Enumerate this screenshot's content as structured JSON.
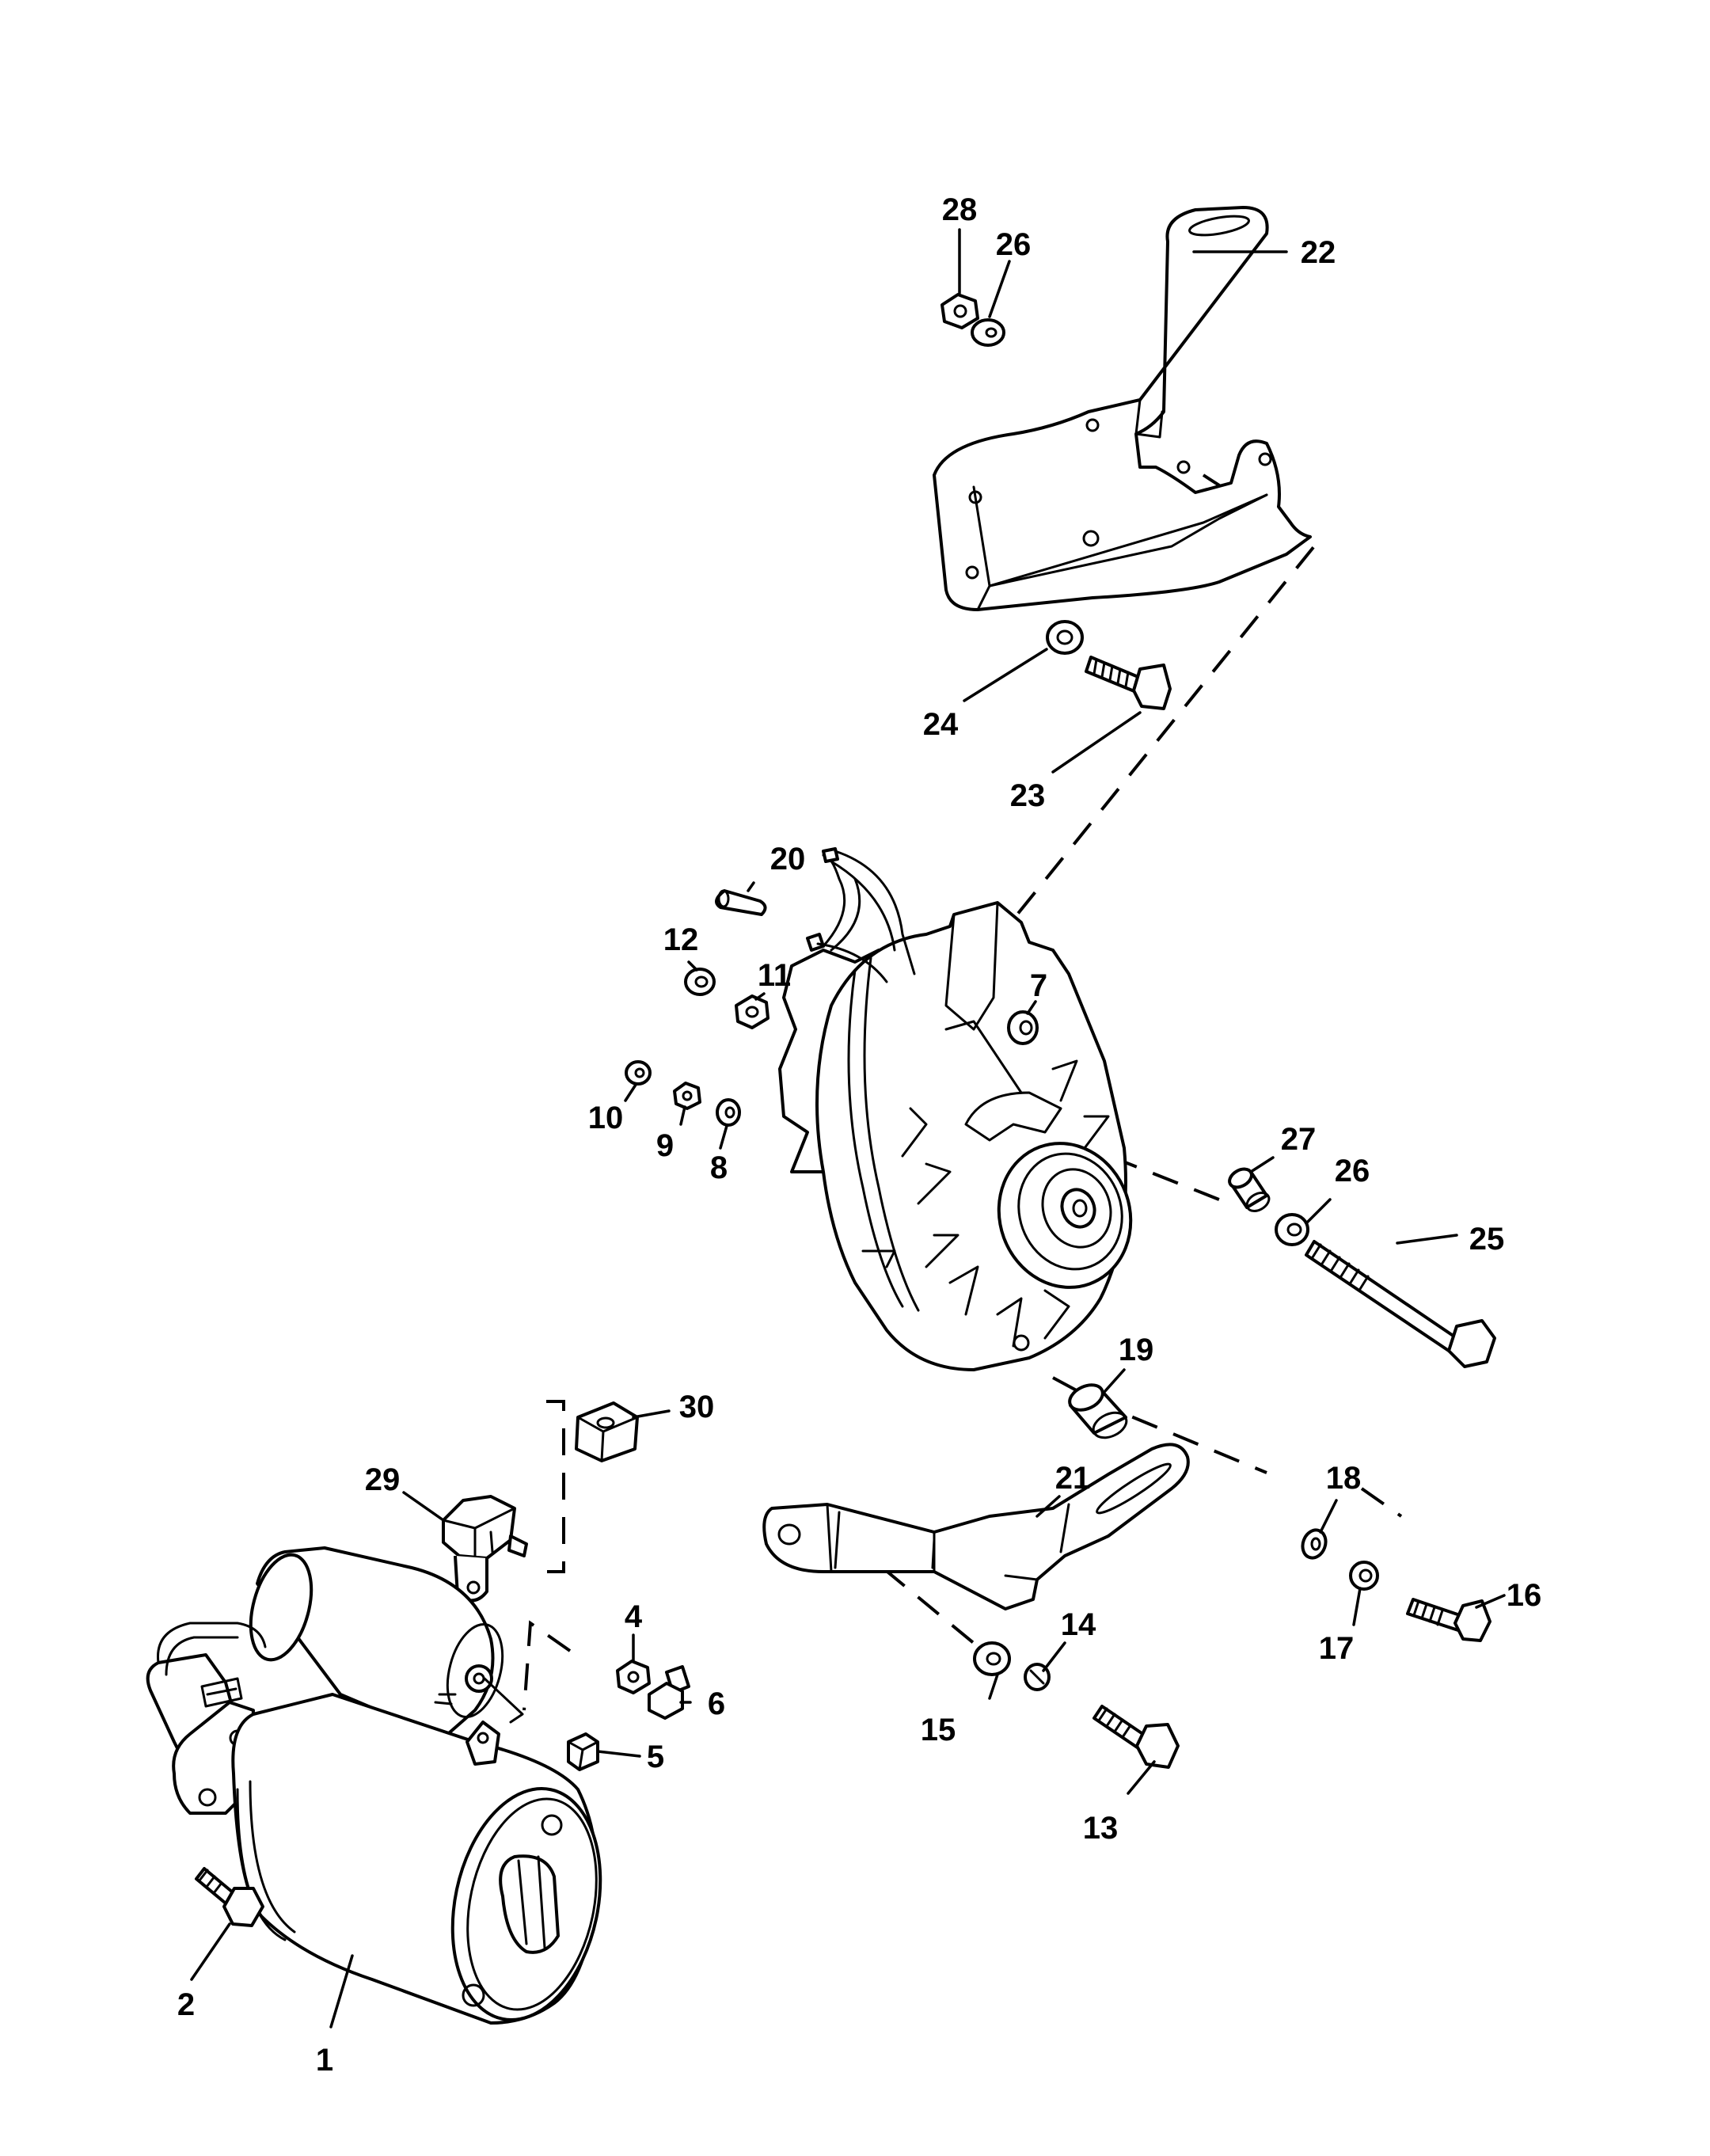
{
  "diagram": {
    "callouts": [
      {
        "id": "c1",
        "text": "1"
      },
      {
        "id": "c2",
        "text": "2"
      },
      {
        "id": "c4",
        "text": "4"
      },
      {
        "id": "c5",
        "text": "5"
      },
      {
        "id": "c6",
        "text": "6"
      },
      {
        "id": "c7",
        "text": "7"
      },
      {
        "id": "c8",
        "text": "8"
      },
      {
        "id": "c9",
        "text": "9"
      },
      {
        "id": "c10",
        "text": "10"
      },
      {
        "id": "c11",
        "text": "11"
      },
      {
        "id": "c12",
        "text": "12"
      },
      {
        "id": "c13",
        "text": "13"
      },
      {
        "id": "c14",
        "text": "14"
      },
      {
        "id": "c15",
        "text": "15"
      },
      {
        "id": "c16",
        "text": "16"
      },
      {
        "id": "c17",
        "text": "17"
      },
      {
        "id": "c18",
        "text": "18"
      },
      {
        "id": "c19",
        "text": "19"
      },
      {
        "id": "c20",
        "text": "20"
      },
      {
        "id": "c21",
        "text": "21"
      },
      {
        "id": "c22",
        "text": "22"
      },
      {
        "id": "c23",
        "text": "23"
      },
      {
        "id": "c24",
        "text": "24"
      },
      {
        "id": "c25",
        "text": "25"
      },
      {
        "id": "c26a",
        "text": "26"
      },
      {
        "id": "c26b",
        "text": "26"
      },
      {
        "id": "c27",
        "text": "27"
      },
      {
        "id": "c28",
        "text": "28"
      },
      {
        "id": "c29",
        "text": "29"
      },
      {
        "id": "c30",
        "text": "30"
      }
    ]
  }
}
